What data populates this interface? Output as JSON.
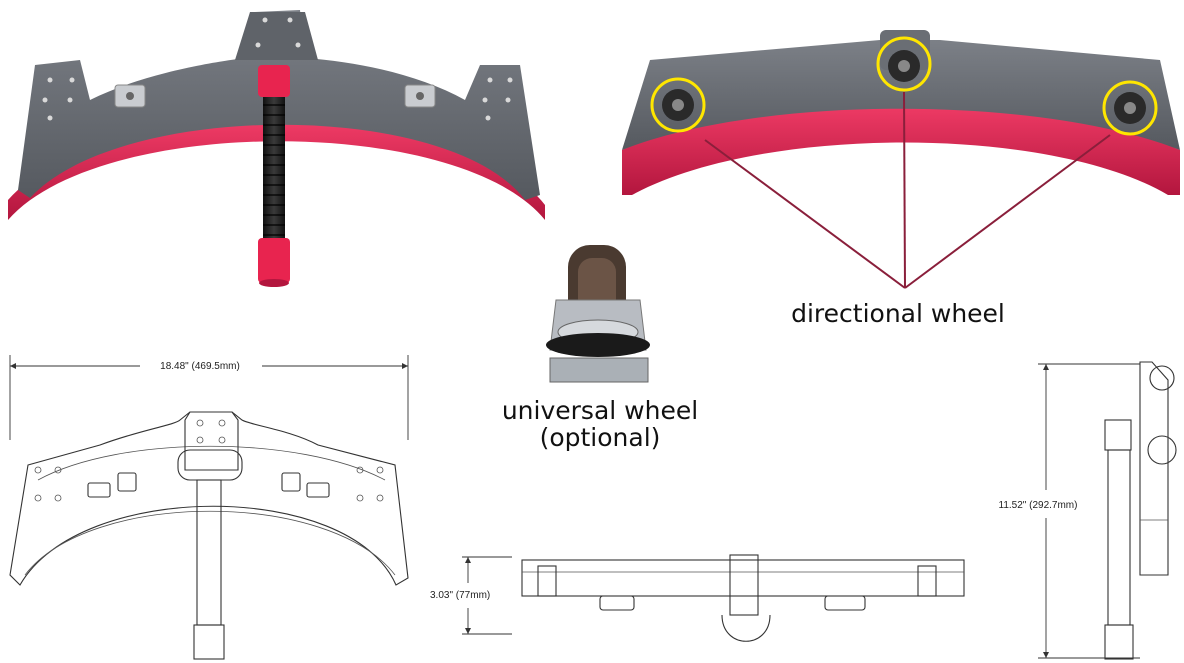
{
  "labels": {
    "directional": "directional wheel",
    "universal_line1": "universal wheel",
    "universal_line2": "(optional)"
  },
  "dimensions": {
    "width": "18.48\"  (469.5mm)",
    "height": "3.03\"  (77mm)",
    "depth": "11.52\"  (292.7mm)"
  },
  "colors": {
    "body_gray": "#6b6f75",
    "squeegee_red": "#d61f4e",
    "highlight_yellow": "#ffe600",
    "callout_line": "#8a1f3b"
  }
}
